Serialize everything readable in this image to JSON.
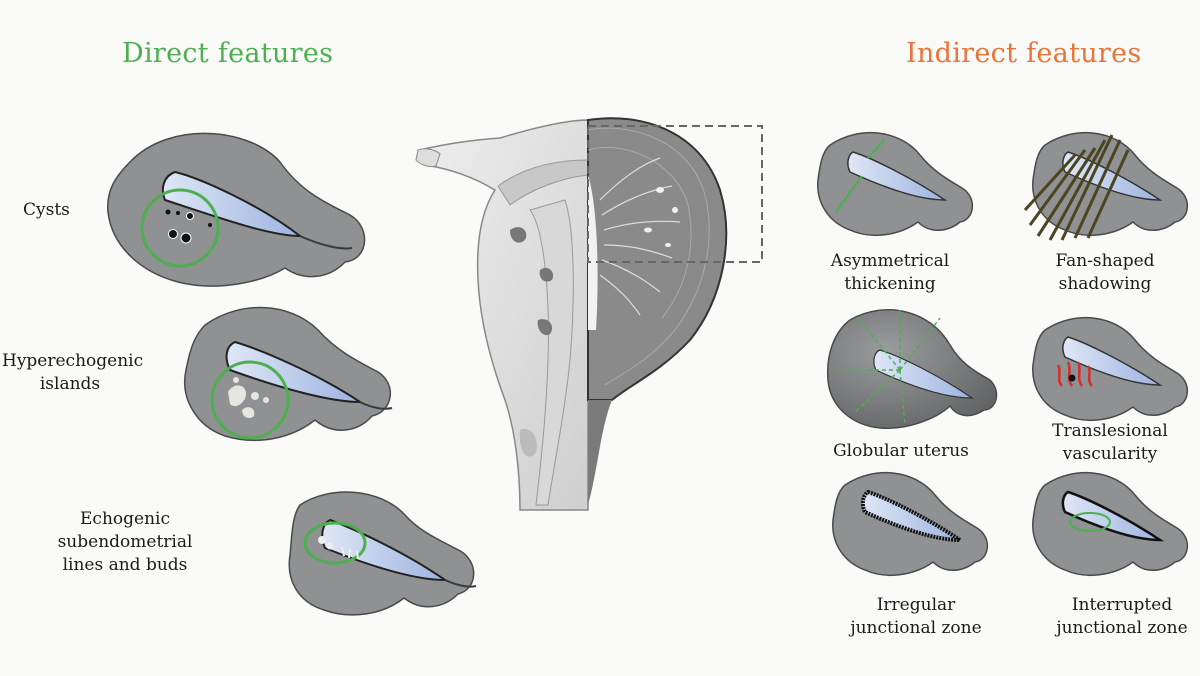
{
  "headings": {
    "direct": "Direct features",
    "indirect": "Indirect features"
  },
  "colors": {
    "direct_heading": "#4caf50",
    "indirect_heading": "#e8743a",
    "uterus_fill": "#8f9193",
    "cavity_fill": "#b9c9e8",
    "highlight_circle": "#4caf50",
    "vascular": "#d32f2f"
  },
  "direct": {
    "cysts": "Cysts",
    "hyperechogenic": [
      "Hyperechogenic",
      "islands"
    ],
    "echogenic": [
      "Echogenic subendometrial",
      "lines and buds"
    ]
  },
  "indirect": {
    "asymmetrical": [
      "Asymmetrical",
      "thickening"
    ],
    "fan_shaped": [
      "Fan-shaped",
      "shadowing"
    ],
    "globular": "Globular uterus",
    "translesional": [
      "Translesional",
      "vascularity"
    ],
    "irregular_jz": [
      "Irregular",
      "junctional zone"
    ],
    "interrupted_jz": [
      "Interrupted",
      "junctional zone"
    ]
  }
}
